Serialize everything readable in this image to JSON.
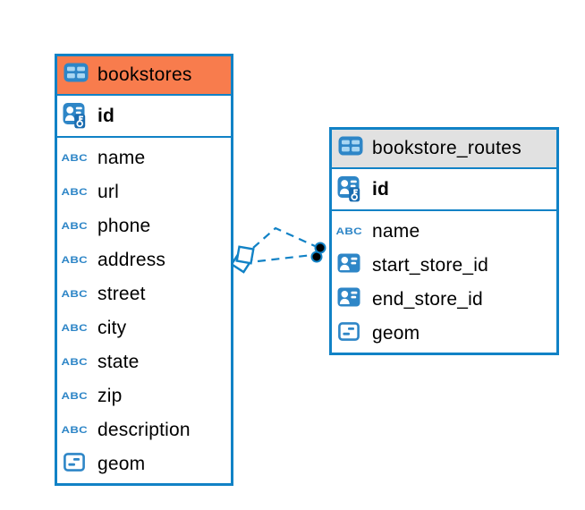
{
  "diagram": {
    "kind": "entity-relationship",
    "tables": [
      {
        "name": "bookstores",
        "header_style": "orange",
        "header_color": "#F87C4D",
        "columns": [
          {
            "name": "id",
            "type_icon": "primary-key",
            "primary": true
          },
          {
            "name": "name",
            "type_icon": "text"
          },
          {
            "name": "url",
            "type_icon": "text"
          },
          {
            "name": "phone",
            "type_icon": "text"
          },
          {
            "name": "address",
            "type_icon": "text"
          },
          {
            "name": "street",
            "type_icon": "text"
          },
          {
            "name": "city",
            "type_icon": "text"
          },
          {
            "name": "state",
            "type_icon": "text"
          },
          {
            "name": "zip",
            "type_icon": "text"
          },
          {
            "name": "description",
            "type_icon": "text"
          },
          {
            "name": "geom",
            "type_icon": "geometry"
          }
        ]
      },
      {
        "name": "bookstore_routes",
        "header_style": "gray",
        "header_color": "#E1E1E1",
        "columns": [
          {
            "name": "id",
            "type_icon": "primary-key",
            "primary": true
          },
          {
            "name": "name",
            "type_icon": "text"
          },
          {
            "name": "start_store_id",
            "type_icon": "id-reference"
          },
          {
            "name": "end_store_id",
            "type_icon": "id-reference"
          },
          {
            "name": "geom",
            "type_icon": "geometry"
          }
        ]
      }
    ],
    "relation": {
      "from_table": "bookstores",
      "to_table": "bookstore_routes",
      "line_style": "dashed",
      "line_count": 2,
      "from_marker": "double-square",
      "to_marker": "double-dot"
    }
  },
  "colors": {
    "accent_blue": "#1182C6",
    "icon_blue": "#2E86C7",
    "icon_cell_blue": "#A8D6F2",
    "key_badge_blue": "#1A6CB0",
    "bookstores_header": "#F87C4D",
    "routes_header": "#E1E1E1",
    "text": "#000000",
    "background": "#FFFFFF"
  },
  "icon_glyphs": {
    "text": "ABC"
  }
}
